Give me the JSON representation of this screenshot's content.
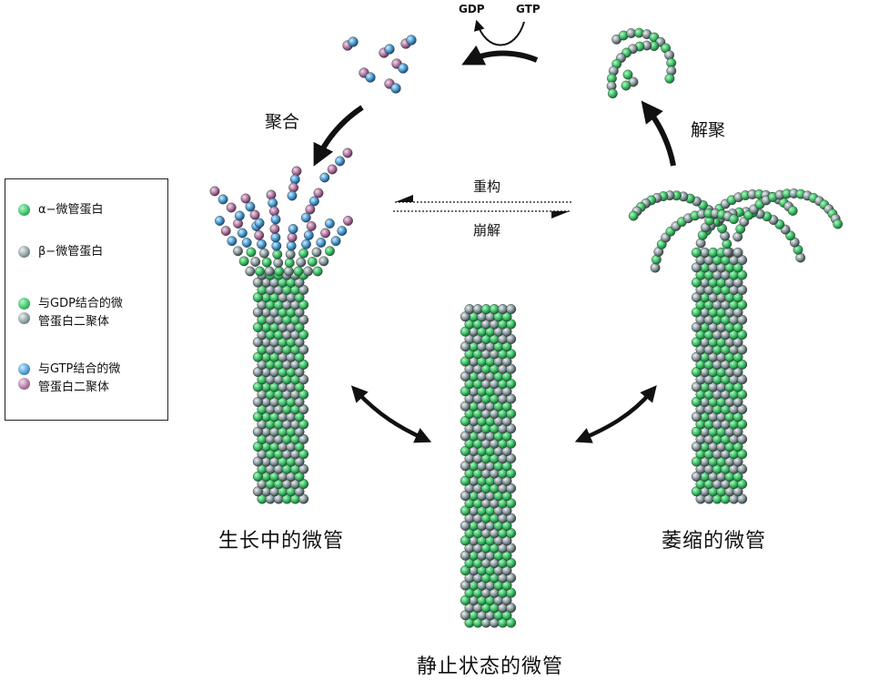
{
  "labels": {
    "gdp": "GDP",
    "gtp": "GTP",
    "polymerize": "聚合",
    "depolymerize": "解聚",
    "rescue": "重构",
    "catastrophe": "崩解",
    "growing": "生长中的微管",
    "steady": "静止状态的微管",
    "shrinking": "萎缩的微管"
  },
  "legend": {
    "alpha": "α−微管蛋白",
    "beta": "β−微管蛋白",
    "gdp_dimer_1": "与GDP结合的微",
    "gdp_dimer_2": "管蛋白二聚体",
    "gtp_dimer_1": "与GTP结合的微",
    "gtp_dimer_2": "管蛋白二聚体"
  },
  "colors": {
    "alpha_green": "#3fc46a",
    "beta_gray": "#8c9da0",
    "gtp_blue": "#4c9fd4",
    "gtp_pink": "#b27aa4",
    "arrow": "#111111"
  }
}
